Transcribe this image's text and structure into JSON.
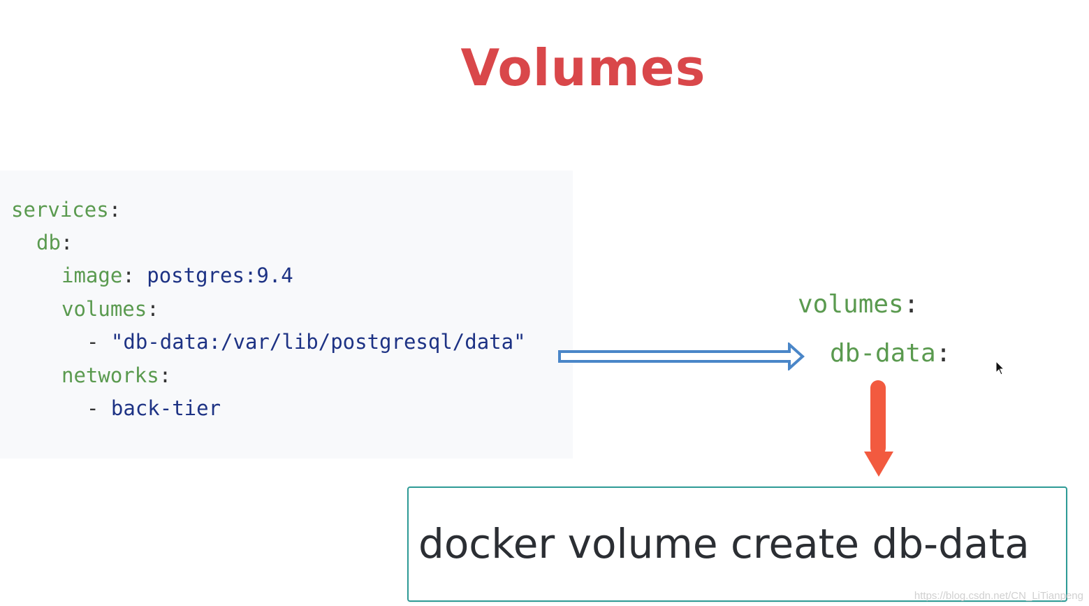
{
  "title": "Volumes",
  "code": {
    "l1": {
      "key": "services",
      "colon": ":"
    },
    "l2": {
      "key": "db",
      "colon": ":"
    },
    "l3": {
      "key": "image",
      "colon": ": ",
      "value": "postgres:9.4"
    },
    "l4": {
      "key": "volumes",
      "colon": ":"
    },
    "l5": {
      "dash": "- ",
      "value": "\"db-data:/var/lib/postgresql/data\""
    },
    "l6": {
      "key": "networks",
      "colon": ":"
    },
    "l7": {
      "dash": "- ",
      "value": "back-tier"
    }
  },
  "side": {
    "l1": {
      "key": "volumes",
      "colon": ":"
    },
    "l2": {
      "key": "db-data",
      "colon": ":"
    }
  },
  "command": "docker volume create db-data",
  "watermark": "https://blog.csdn.net/CN_LiTianpeng",
  "colors": {
    "title": "#d9474a",
    "key": "#5a9a4f",
    "value": "#1d3284",
    "blue_arrow": "#4a86c8",
    "red_arrow": "#f25a3f",
    "box_border": "#2e9b96"
  },
  "icons": [
    "right-arrow-icon",
    "down-arrow-icon",
    "mouse-pointer-icon"
  ]
}
